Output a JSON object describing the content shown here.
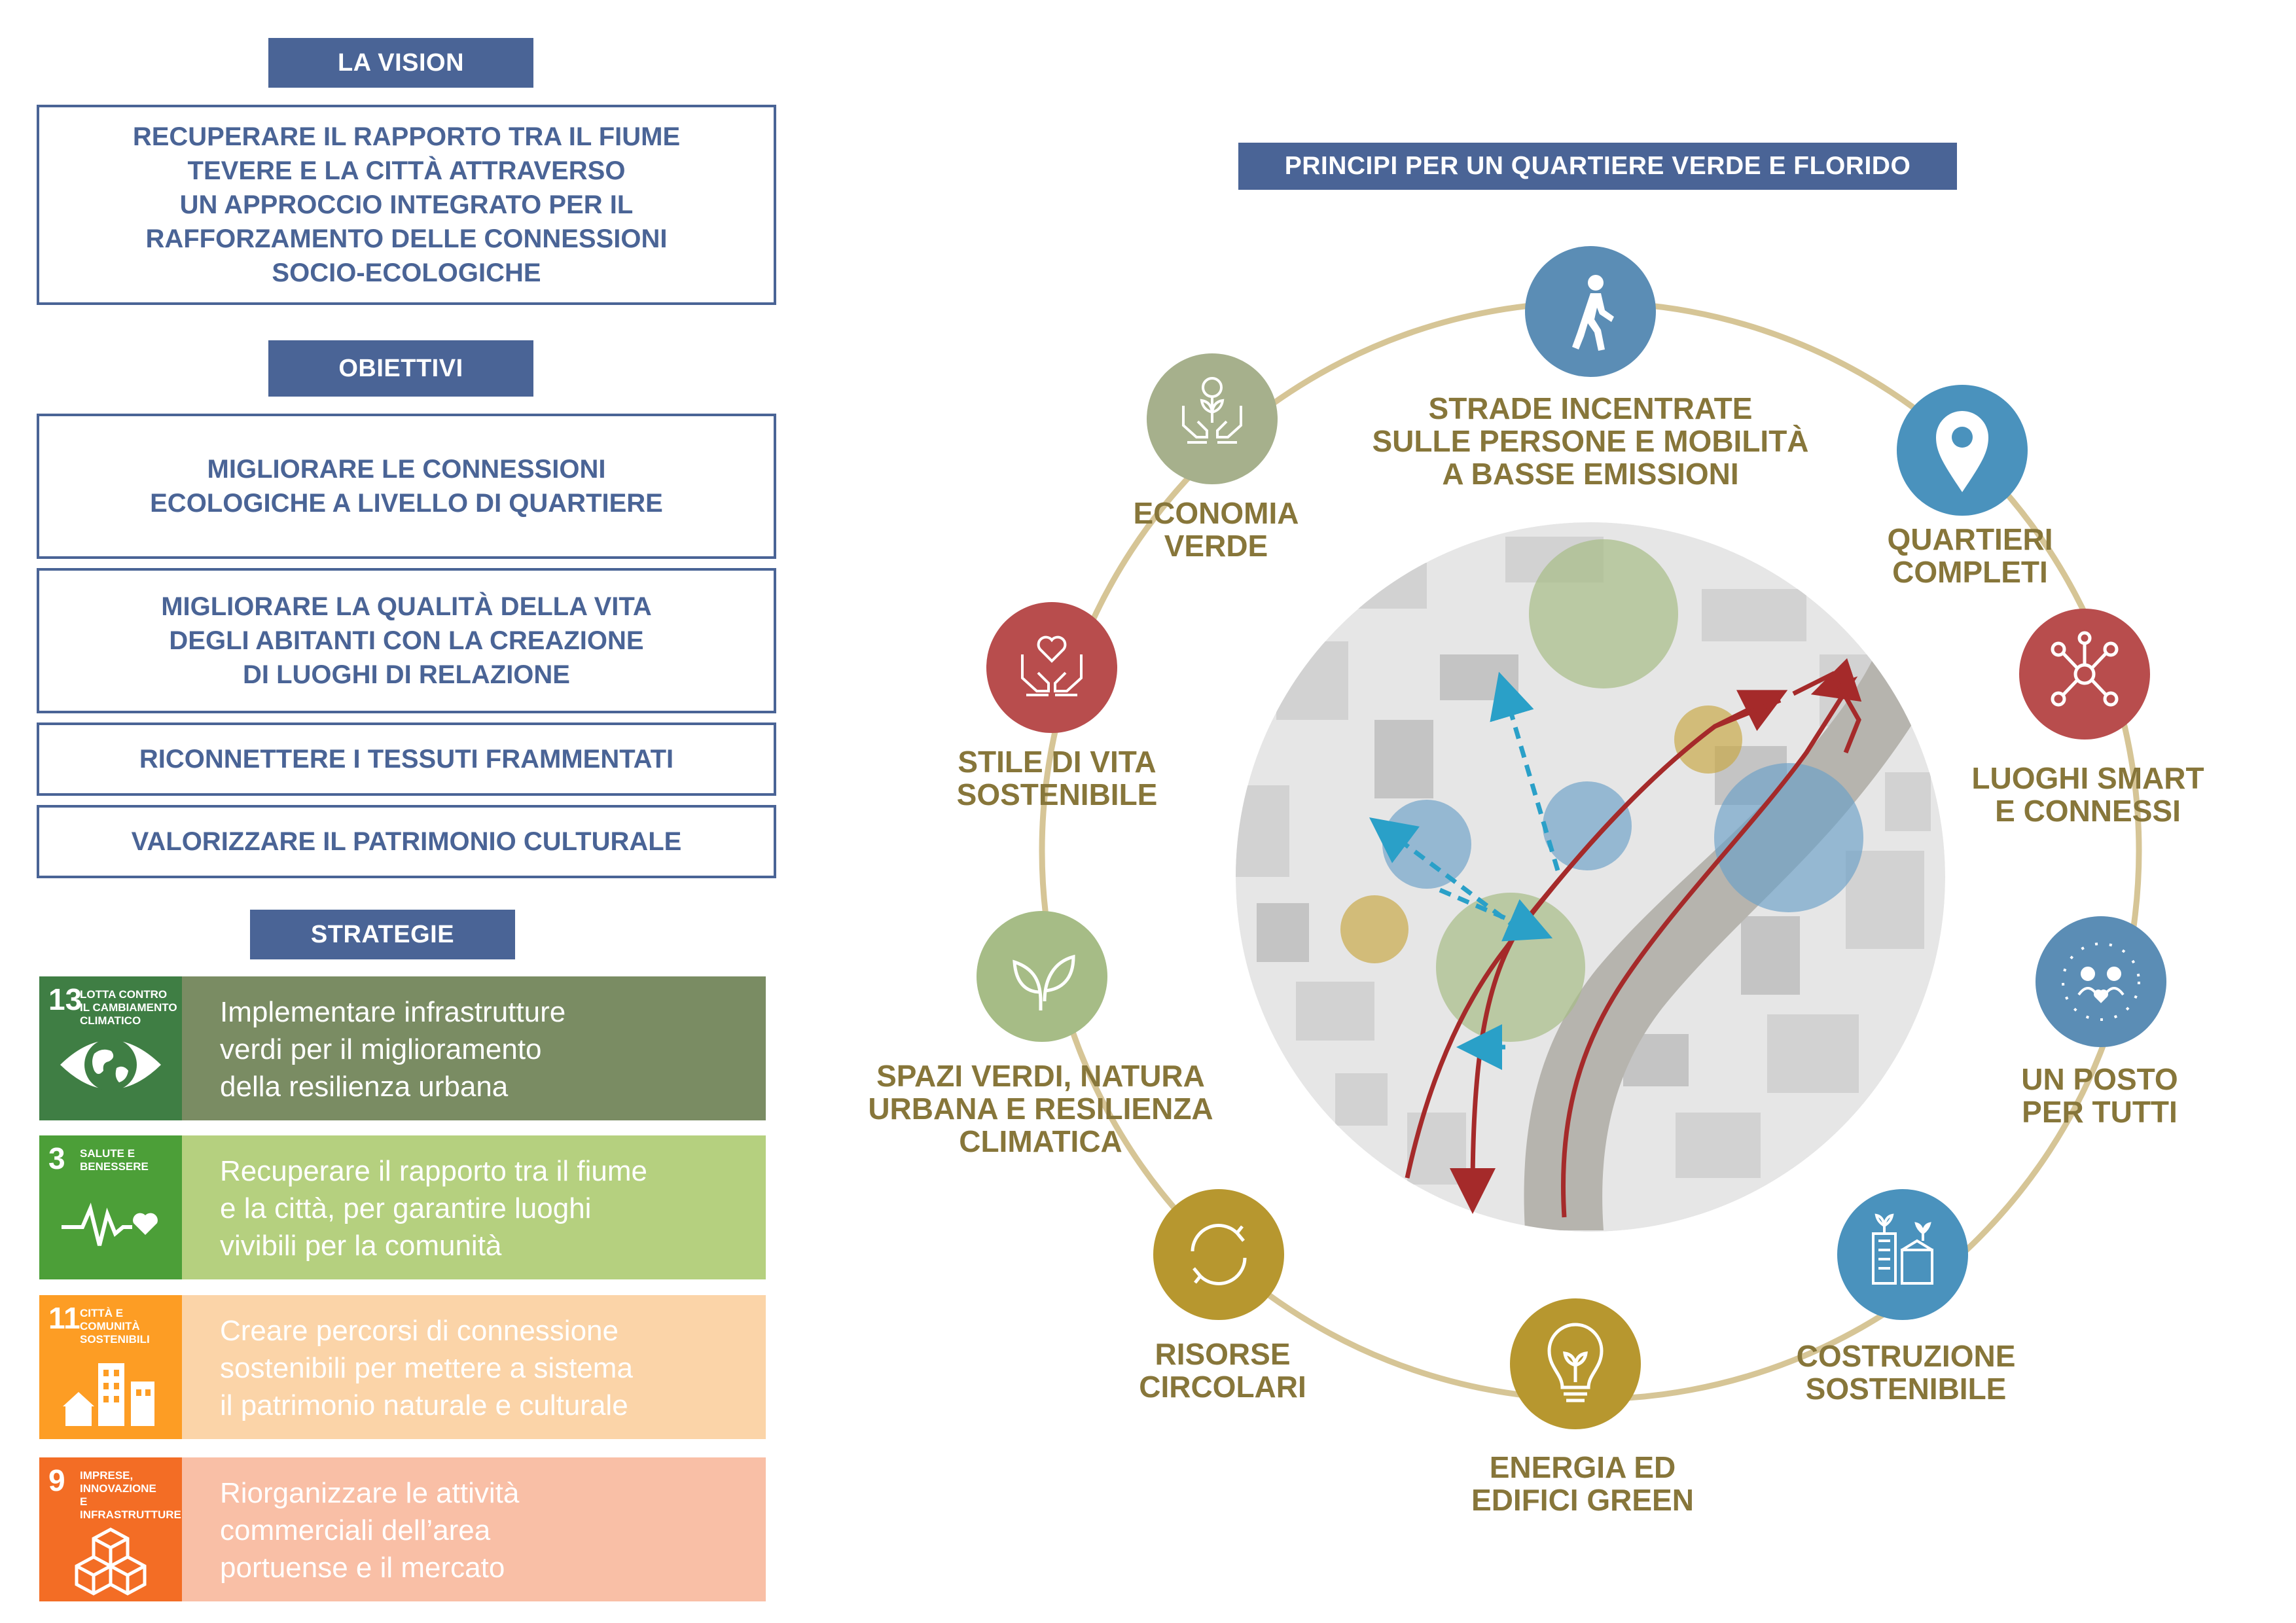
{
  "vision": {
    "header": "LA VISION",
    "text": "RECUPERARE IL RAPPORTO TRA IL FIUME\nTEVERE E LA CITTÀ ATTRAVERSO\nUN APPROCCIO INTEGRATO PER IL\nRAFFORZAMENTO DELLE CONNESSIONI\nSOCIO-ECOLOGICHE"
  },
  "obiettivi": {
    "header": "OBIETTIVI",
    "items": [
      "MIGLIORARE LE CONNESSIONI\nECOLOGICHE A LIVELLO DI QUARTIERE",
      "MIGLIORARE LA QUALITÀ DELLA VITA\nDEGLI ABITANTI CON LA CREAZIONE\nDI LUOGHI DI RELAZIONE",
      "RICONNETTERE I TESSUTI FRAMMENTATI",
      "VALORIZZARE IL PATRIMONIO CULTURALE"
    ]
  },
  "strategie": {
    "header": "STRATEGIE",
    "items": [
      {
        "num": "13",
        "goal": "LOTTA CONTRO\nIL CAMBIAMENTO\nCLIMATICO",
        "text": "Implementare infrastrutture\nverdi per il miglioramento\ndella resilienza urbana",
        "tile_color": "#3f7e44",
        "bg_color": "#7a8c63",
        "icon": "eye-globe-icon"
      },
      {
        "num": "3",
        "goal": "SALUTE E\nBENESSERE",
        "text": "Recuperare il rapporto tra il fiume\ne la città, per garantire luoghi\nvivibili per la comunità",
        "tile_color": "#4c9f38",
        "bg_color": "#b5d07f",
        "icon": "heartbeat-icon"
      },
      {
        "num": "11",
        "goal": "CITTÀ E COMUNITÀ\nSOSTENIBILI",
        "text": "Creare percorsi di connessione\nsostenibili per mettere a sistema\nil patrimonio naturale e culturale",
        "tile_color": "#fd9d24",
        "bg_color": "#fbd4a8",
        "icon": "city-buildings-icon"
      },
      {
        "num": "9",
        "goal": "IMPRESE,\nINNOVAZIONE\nE INFRASTRUTTURE",
        "text": "Riorganizzare le attività\ncommerciali dell’area\nportuense e il mercato",
        "tile_color": "#f36d25",
        "bg_color": "#f9bfa6",
        "icon": "cubes-icon"
      }
    ]
  },
  "principi": {
    "header": "PRINCIPI PER UN QUARTIERE VERDE E FLORIDO",
    "ring_color": "#d6c596",
    "label_color": "#87763a",
    "nodes": [
      {
        "id": "strade",
        "label": [
          "STRADE INCENTRATE",
          "SULLE PERSONE E MOBILITÀ",
          "A BASSE EMISSIONI"
        ],
        "color": "#5b8db5",
        "icon": "pedestrian-icon"
      },
      {
        "id": "quartieri",
        "label": [
          "QUARTIERI",
          "COMPLETI"
        ],
        "color": "#4a92bd",
        "icon": "location-pin-icon"
      },
      {
        "id": "smart",
        "label": [
          "LUOGHI SMART",
          "E CONNESSI"
        ],
        "color": "#b84d4d",
        "icon": "network-icon"
      },
      {
        "id": "posto",
        "label": [
          "UN POSTO",
          "PER TUTTI"
        ],
        "color": "#5b8db5",
        "icon": "community-icon"
      },
      {
        "id": "costruzione",
        "label": [
          "COSTRUZIONE",
          "SOSTENIBILE"
        ],
        "color": "#4a92bd",
        "icon": "green-building-icon"
      },
      {
        "id": "energia",
        "label": [
          "ENERGIA ED",
          "EDIFICI GREEN"
        ],
        "color": "#b7972f",
        "icon": "lightbulb-leaf-icon"
      },
      {
        "id": "risorse",
        "label": [
          "RISORSE",
          "CIRCOLARI"
        ],
        "color": "#b7972f",
        "icon": "recycle-arrows-icon"
      },
      {
        "id": "spazi",
        "label": [
          "SPAZI VERDI, NATURA",
          "URBANA E RESILIENZA",
          "CLIMATICA"
        ],
        "color": "#a6bc86",
        "icon": "leaves-icon"
      },
      {
        "id": "stile",
        "label": [
          "STILE DI VITA",
          "SOSTENIBILE"
        ],
        "color": "#b84d4d",
        "icon": "hands-heart-icon"
      },
      {
        "id": "economia",
        "label": [
          "ECONOMIA",
          "VERDE"
        ],
        "color": "#a6b08c",
        "icon": "hands-money-plant-icon"
      }
    ]
  }
}
